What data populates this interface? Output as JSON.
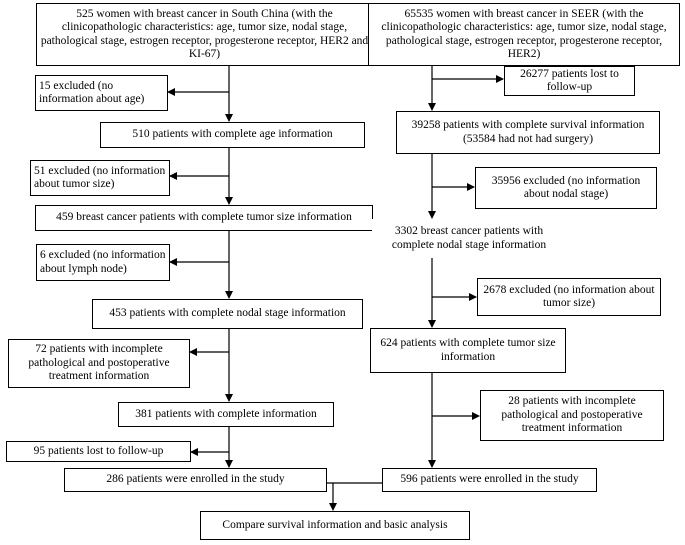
{
  "left_flow": {
    "start": "525 women with breast cancer in South China (with the clinicopathologic characteristics: age, tumor size, nodal stage, pathological stage, estrogen receptor, progesterone receptor, HER2 and KI-67)",
    "excl_age": "15 excluded (no information about age)",
    "age_complete": "510 patients with complete age information",
    "excl_tumor": "51 excluded (no information about tumor size)",
    "tumor_complete": "459 breast cancer patients with complete tumor size information",
    "excl_lymph": "6 excluded (no information about lymph node)",
    "nodal_complete": "453 patients with complete nodal stage information",
    "excl_patho": "72 patients with incomplete pathological and postoperative treatment information",
    "complete_info": "381 patients with complete information",
    "lost_followup": "95 patients lost to follow-up",
    "enrolled": "286 patients were enrolled in the study"
  },
  "right_flow": {
    "start": "65535 women with breast cancer in SEER (with the clinicopathologic characteristics: age, tumor size, nodal stage, pathological stage, estrogen receptor, progesterone receptor, HER2)",
    "lost_followup": "26277 patients lost to follow-up",
    "survival_complete": "39258 patients with complete survival information (53584 had not had surgery)",
    "excl_nodal": "35956 excluded (no information about nodal stage)",
    "nodal_complete": "3302 breast cancer patients with complete nodal stage information",
    "excl_tumor": "2678 excluded (no information about tumor size)",
    "tumor_complete": "624 patients with complete tumor size information",
    "excl_patho": "28 patients with incomplete pathological and postoperative treatment information",
    "enrolled": "596 patients were enrolled in the study"
  },
  "final": "Compare survival information and basic analysis"
}
